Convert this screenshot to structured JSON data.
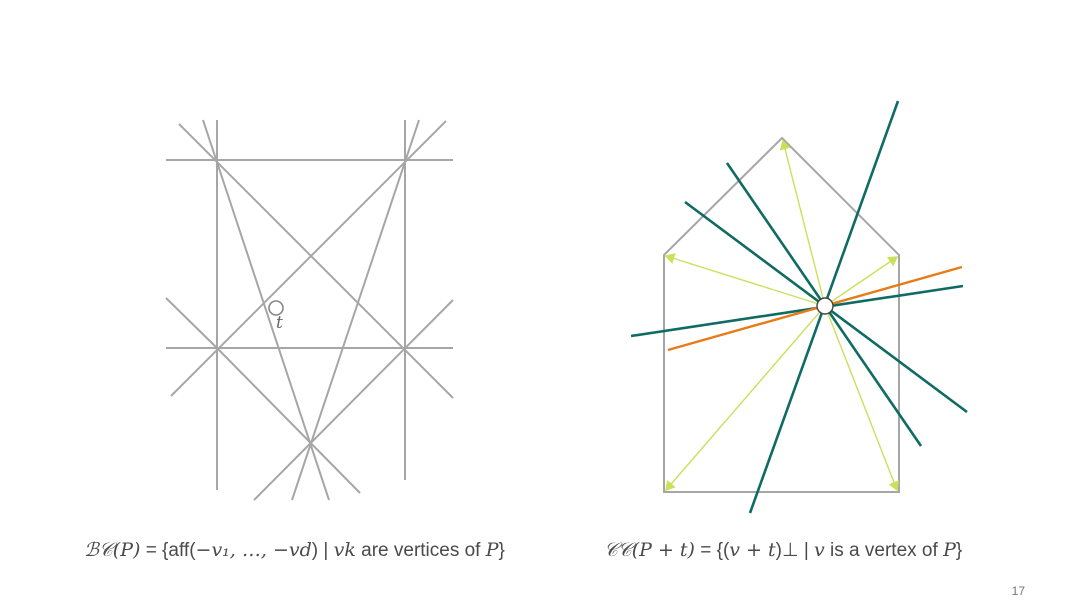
{
  "diagram": {
    "point_label": "t",
    "colors": {
      "gray": "#a6a6a6",
      "teal": "#0f6b63",
      "orange": "#e87a18",
      "light_green": "#cbe05a"
    }
  },
  "captions": {
    "left": {
      "lhs": "ℬ𝒞(𝑃)",
      "set_open": "= {aff(",
      "set_body": "−𝑣₁, …, −𝑣𝑑",
      "set_mid": ") | ",
      "subject": "𝑣𝑘",
      "text": " are vertices of ",
      "object": "𝑃",
      "close": "}"
    },
    "right": {
      "lhs": "𝒞𝒞(𝑃 + 𝑡)",
      "set_open": "= {(",
      "set_body": "𝑣 + 𝑡",
      "set_mid": ")⊥ | ",
      "subject": "𝑣",
      "text": " is a vertex of ",
      "object": "𝑃",
      "close": "}"
    }
  },
  "page_number": "17"
}
